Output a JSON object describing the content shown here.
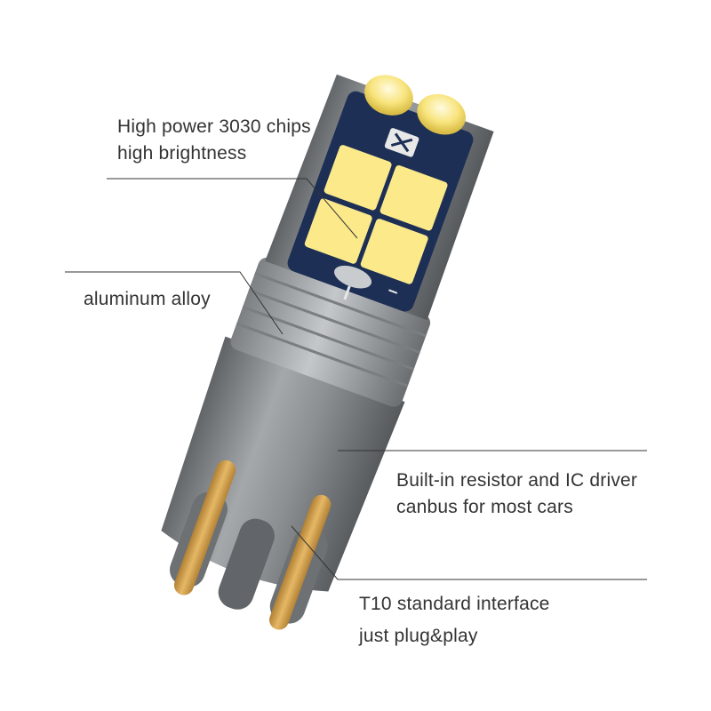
{
  "callouts": {
    "chips": {
      "line1": "High power 3030 chips",
      "line2": "high brightness"
    },
    "alloy": {
      "line1": "aluminum alloy"
    },
    "driver": {
      "line1": "Built-in resistor and IC driver",
      "line2": "canbus for most cars"
    },
    "interface": {
      "line1": "T10 standard interface",
      "line2": "just plug&play"
    }
  },
  "colors": {
    "body": "#8a8d90",
    "led_board": "#1d2f55",
    "led_chip": "#fbe98a",
    "contact": "#d7a552",
    "leader_line": "#333333"
  },
  "icons": [
    "t10-led-bulb"
  ]
}
